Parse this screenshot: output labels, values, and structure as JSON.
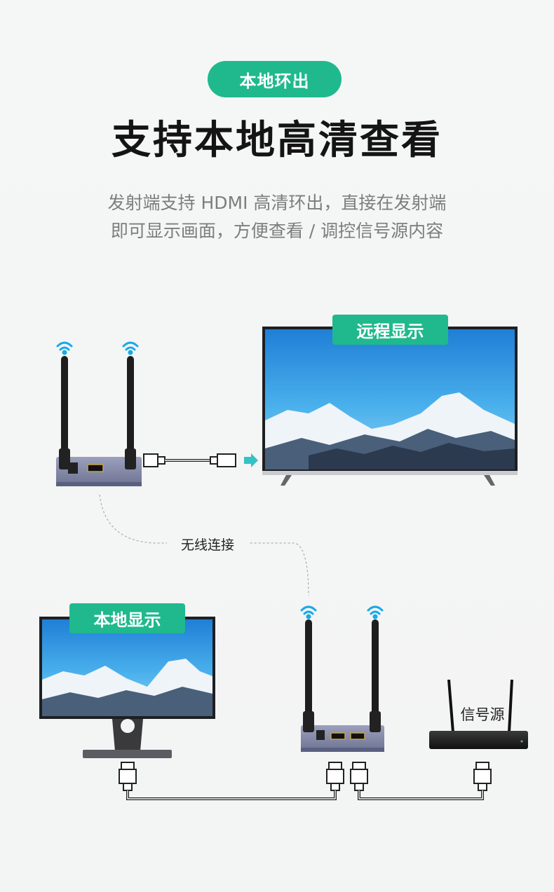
{
  "header": {
    "pill": "本地环出",
    "title": "支持本地高清查看",
    "desc_line1": "发射端支持 HDMI 高清环出，直接在发射端",
    "desc_line2": "即可显示画面，方便查看 / 调控信号源内容"
  },
  "diagram": {
    "remote_label": "远程显示",
    "local_label": "本地显示",
    "wireless_label": "无线连接",
    "source_label": "信号源"
  },
  "colors": {
    "accent": "#1fb98d",
    "wifi": "#19a9e8",
    "device": "#8088a8"
  }
}
